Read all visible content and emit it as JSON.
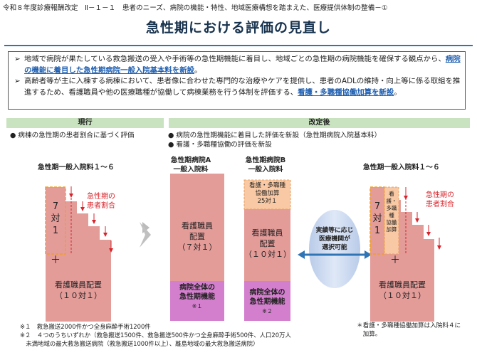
{
  "header": {
    "line": "令和８年度診療報酬改定　Ⅱ－１－１　患者のニーズ、病院の機能・特性、地域医療構想を踏まえた、医療提供体制の整備－①"
  },
  "title": "急性期における評価の見直し",
  "summary": {
    "bullet1_text": "地域で病院が果たしている救急搬送の受入や手術等の急性期機能に着目し、地域ごとの急性期の病院機能を確保する観点から、",
    "bullet1_hl": "病院の機能に着目した急性期病院一般入院基本料を新設",
    "bullet1_end": "。",
    "bullet2_text": "高齢者等が主に入棟する病棟において、患者像に合わせた専門的な治療やケアを提供し、患者のADLの維持・向上等に係る取組を推進するため、看護職員や他の医療職種が協働して病棟業務を行う体制を評価する、",
    "bullet2_hl": "看護・多職種協働加算を新設",
    "bullet2_end": "。"
  },
  "current": {
    "header": "現行",
    "note": "病棟の急性期の患者割合に基づく評価",
    "col_title": "急性期一般入院料１～６",
    "ratio": "7\n対\n1",
    "plus": "＋",
    "base": "看護職員配置\n（１０対１）",
    "red_label": "急性期の\n患者割合"
  },
  "revised": {
    "header": "改定後",
    "note1": "病院の急性期機能に着目した評価を新設（急性期病院入院基本料）",
    "note2": "看護・多職種協働の評価を新設",
    "colA_title": "急性期病院A\n一般入院料",
    "colA_staff": "看護職員\n配置\n（７対１）",
    "colA_func": "病院全体の\n急性期機能",
    "colA_mark": "※１",
    "colB_title": "急性期病院B\n一般入院料",
    "colB_top": "看護・多職種\n協働加算\n25対１",
    "colB_staff": "看護職員\n配置\n（１０対１）",
    "colB_func": "病院全体の\n急性期機能",
    "colB_mark": "※２",
    "oval": "実績等に応じ\n医療機関が\n選択可能",
    "right_title": "急性期一般入院料１～６",
    "right_ratio": "7\n対\n1",
    "right_inner": "看護・\n多職種\n協働加算",
    "right_plus": "＋",
    "right_base": "看護職員配置\n（１０対１）",
    "right_red": "急性期の\n患者割合",
    "right_note": "＊看護・多職種協働加算は入院料４に\n　加算。"
  },
  "footnotes": {
    "n1": "※１　救急搬送2000件かつ全身麻酔手術1200件",
    "n2": "※２　４つのうちいずれか（救急搬送1500件、救急搬送500件かつ全身麻酔手術500件、人口20万人",
    "n3": "　未満地域の最大救急搬送病院（救急搬送1000件以上）、離島地域の最大救急搬送病院）"
  },
  "colors": {
    "pink": "#e49c99",
    "purple": "#d47fce",
    "orange": "#f8c9a4",
    "green": "#c9e3c0",
    "blue": "#2f75b5",
    "red": "#d9242b"
  }
}
